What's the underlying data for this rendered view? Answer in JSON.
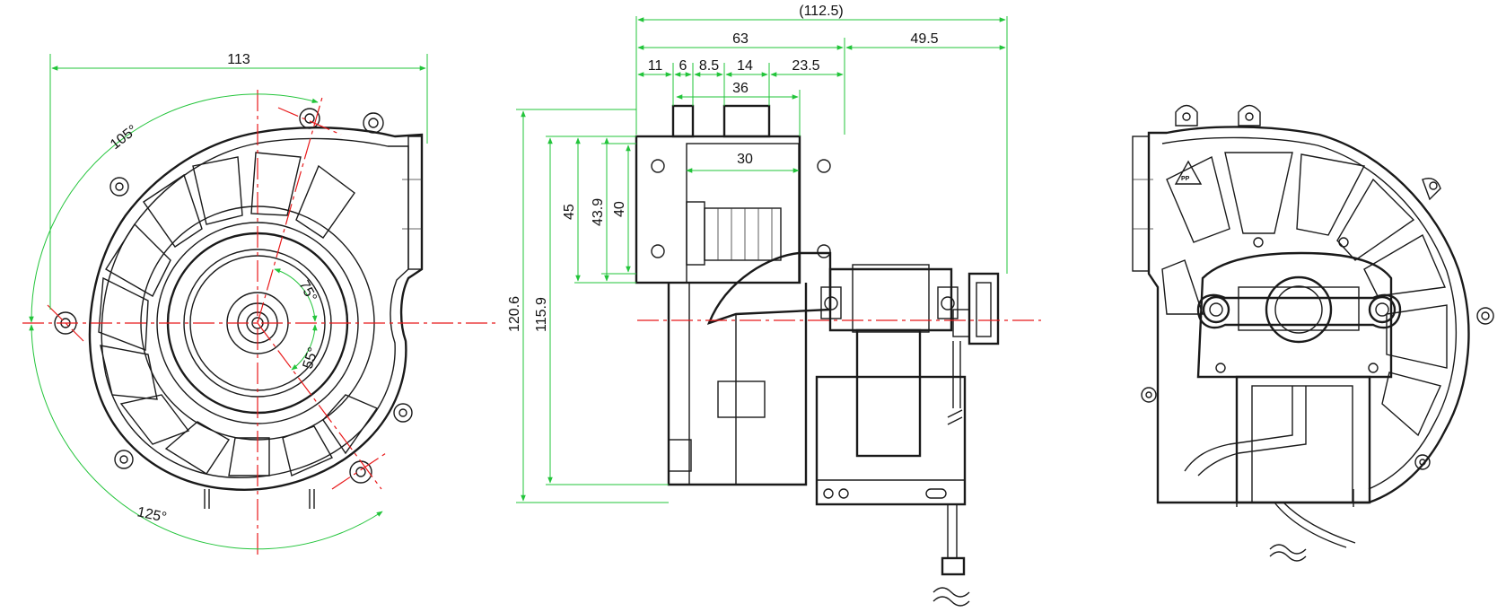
{
  "front_view": {
    "width_dim": "113",
    "angle_top": "105°",
    "angle_bottom": "125°",
    "angle_upper_inner": "75°",
    "angle_lower_inner": "55°"
  },
  "side_view": {
    "overall_length": "(112.5)",
    "housing_length": "63",
    "motor_length": "49.5",
    "d11": "11",
    "d6": "6",
    "d8_5": "8.5",
    "d14": "14",
    "d23_5": "23.5",
    "d36": "36",
    "d30": "30",
    "h45": "45",
    "h43_9": "43.9",
    "h40": "40",
    "h120_6": "120.6",
    "h115_9": "115.9"
  },
  "rear_view": {
    "material_mark": "PP"
  },
  "colors": {
    "outline": "#1a1a1a",
    "dimension": "#22c43a",
    "centerline": "#e8191a"
  }
}
